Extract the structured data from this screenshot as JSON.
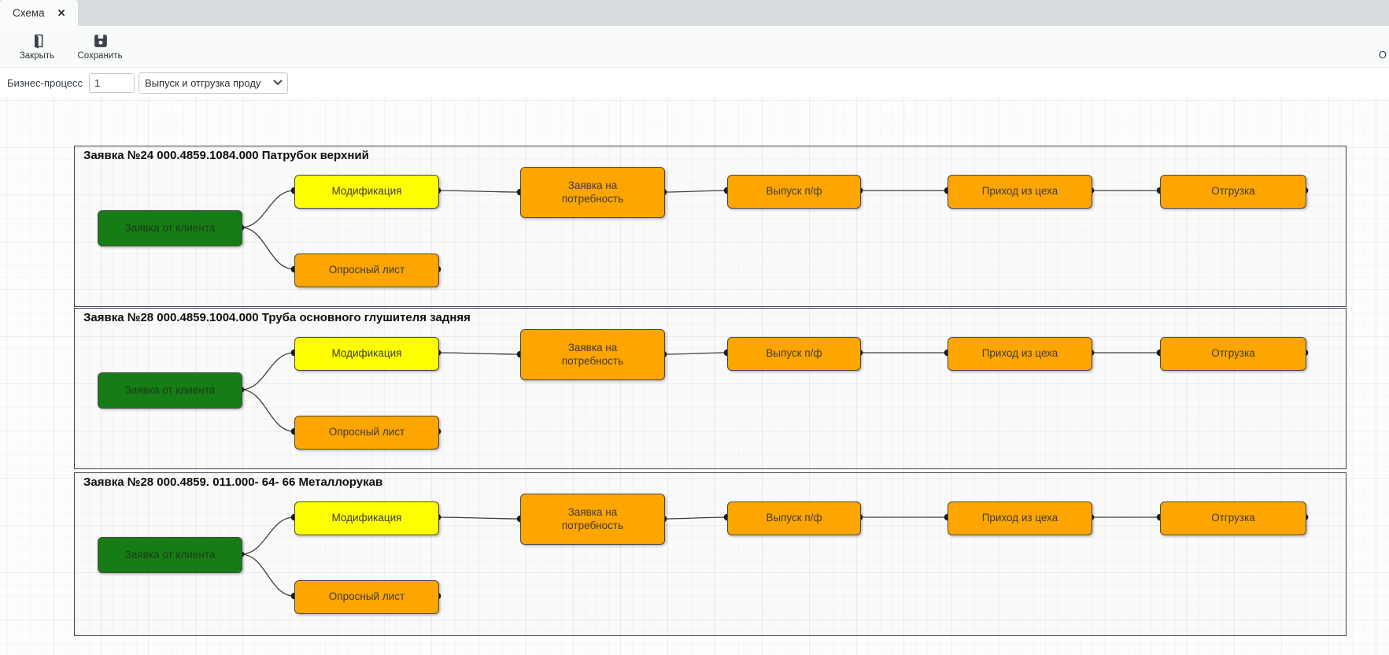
{
  "tab": {
    "title": "Схема",
    "close_glyph": "✕"
  },
  "toolbar": {
    "close_label": "Закрыть",
    "save_label": "Сохранить",
    "right_text": "О"
  },
  "form": {
    "label": "Бизнес-процесс",
    "number_value": "1",
    "process_value": "Выпуск и отгрузка проду"
  },
  "colors": {
    "node_green": "#167c16",
    "node_yellow": "#ffff00",
    "node_orange": "#ffa500",
    "lane_border": "#3c4352",
    "connector": "#3c3c3c"
  },
  "lanes": [
    {
      "title": "Заявка №24 000.4859.1084.000 Патрубок верхний",
      "nodes": [
        {
          "label": "Заявка от клиента",
          "color": "green"
        },
        {
          "label": "Модификация",
          "color": "yellow"
        },
        {
          "label": "Опросный лист",
          "color": "orange"
        },
        {
          "label": "Заявка на потребность",
          "color": "orange"
        },
        {
          "label": "Выпуск п/ф",
          "color": "orange"
        },
        {
          "label": "Приход из цеха",
          "color": "orange"
        },
        {
          "label": "Отгрузка",
          "color": "orange"
        }
      ]
    },
    {
      "title": "Заявка №28 000.4859.1004.000 Труба основного глушителя задняя",
      "nodes": [
        {
          "label": "Заявка от клиента",
          "color": "green"
        },
        {
          "label": "Модификация",
          "color": "yellow"
        },
        {
          "label": "Опросный лист",
          "color": "orange"
        },
        {
          "label": "Заявка на потребность",
          "color": "orange"
        },
        {
          "label": "Выпуск п/ф",
          "color": "orange"
        },
        {
          "label": "Приход из цеха",
          "color": "orange"
        },
        {
          "label": "Отгрузка",
          "color": "orange"
        }
      ]
    },
    {
      "title": "Заявка №28 000.4859. 011.000- 64- 66 Металлорукав",
      "nodes": [
        {
          "label": "Заявка от клиента",
          "color": "green"
        },
        {
          "label": "Модификация",
          "color": "yellow"
        },
        {
          "label": "Опросный лист",
          "color": "orange"
        },
        {
          "label": "Заявка на потребность",
          "color": "orange"
        },
        {
          "label": "Выпуск п/ф",
          "color": "orange"
        },
        {
          "label": "Приход из цеха",
          "color": "orange"
        },
        {
          "label": "Отгрузка",
          "color": "orange"
        }
      ]
    }
  ]
}
